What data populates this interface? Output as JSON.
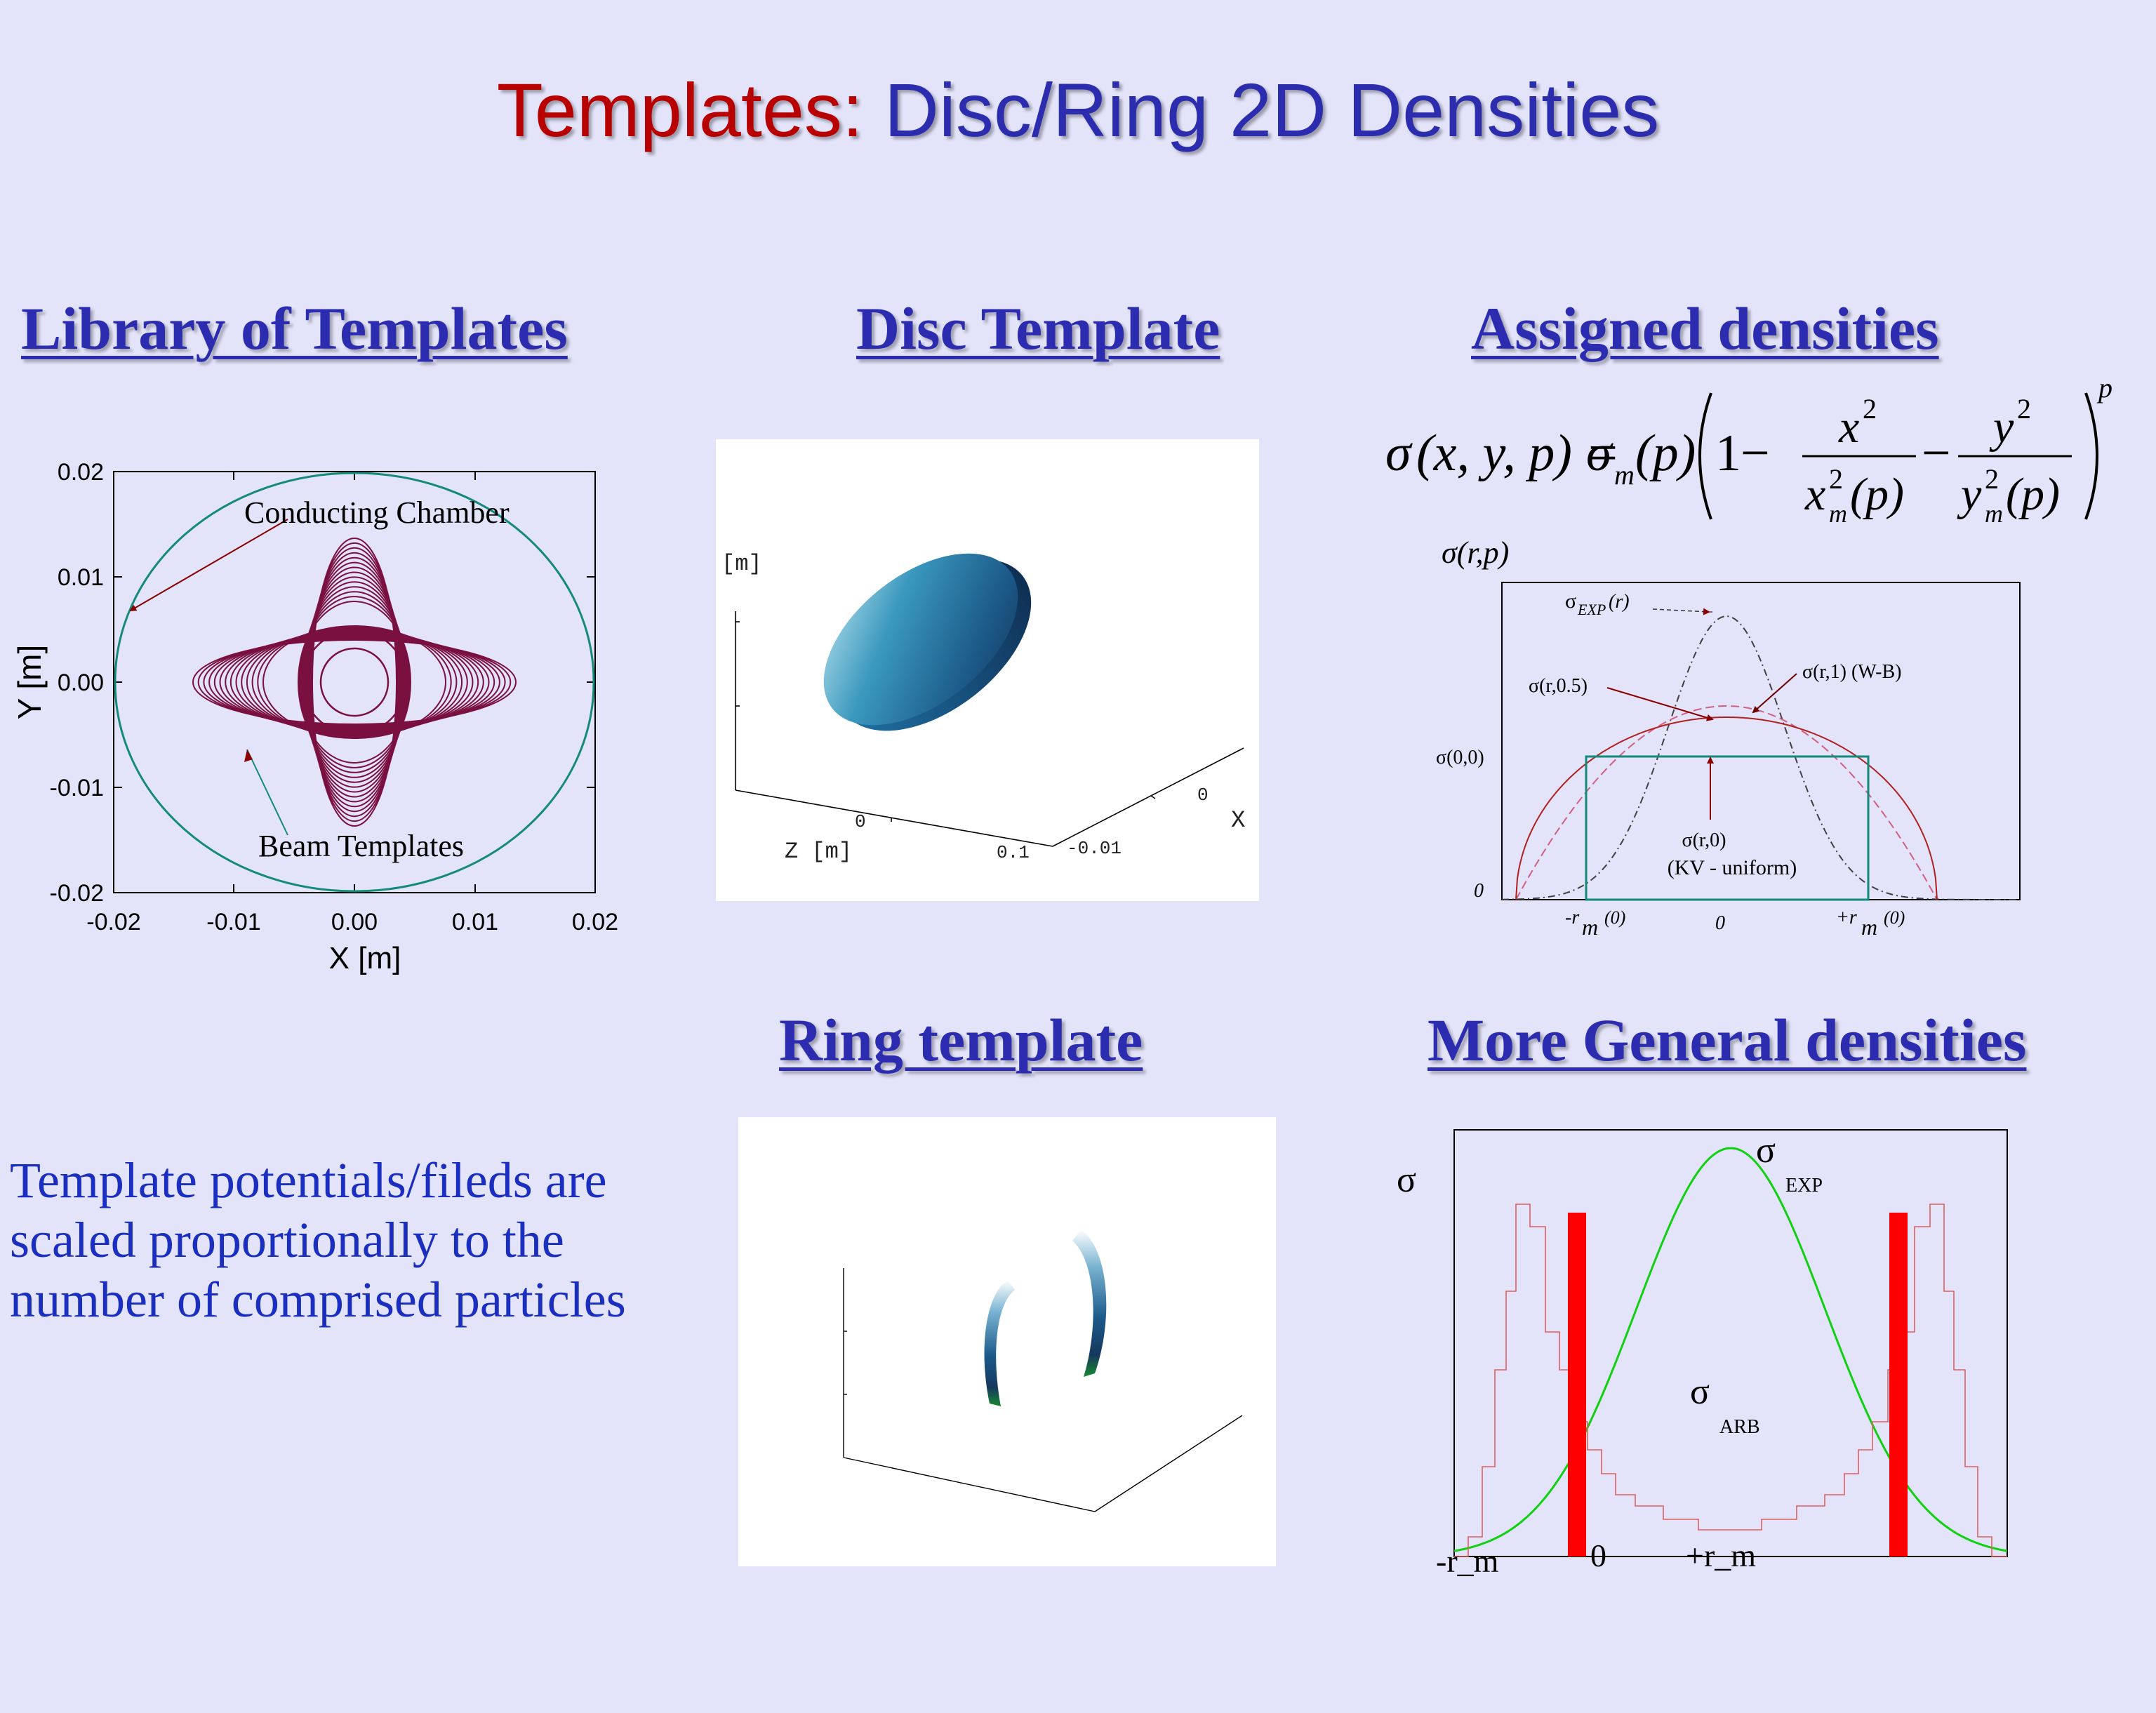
{
  "title": {
    "red": "Templates:",
    "blue": " Disc/Ring 2D Densities"
  },
  "headings": {
    "library": "Library of Templates",
    "disc": "Disc Template",
    "assigned": "Assigned densities",
    "ring": "Ring template",
    "general": "More  General densities"
  },
  "library_plot": {
    "ylabel": "Y [m]",
    "xlabel": "X [m]",
    "xticks": [
      "-0.02",
      "-0.01",
      "0.00",
      "0.01",
      "0.02"
    ],
    "yticks": [
      "0.02",
      "0.01",
      "0.00",
      "-0.01",
      "-0.02"
    ],
    "chamber_label": "Conducting Chamber",
    "beam_label": "Beam Templates",
    "curve_color": "#7a1040",
    "chamber_color": "#138a7a",
    "arrow_color": "#8a0000"
  },
  "disc_plot": {
    "axis_m": "[m]",
    "z_label": "Z  [m]",
    "x_label": "X",
    "tick_z0": "0",
    "tick_z1": "0.1",
    "tick_x0": "-0.01",
    "tick_x1": "0"
  },
  "formula": {
    "sigma": "σ",
    "args": "(x, y, p) = ",
    "sigma_m": "σ",
    "sub_m": "m",
    "p_arg": "(p)",
    "one": "1",
    "minus": "−",
    "x": "x",
    "y": "y",
    "two": "2",
    "exp": "p"
  },
  "profile": {
    "y_title": "σ(r,p)",
    "exp_label": "σ",
    "exp_sub": "EXP",
    "exp_arg": "(r)",
    "half_label": "σ(r,0.5)",
    "wb_label": "σ(r,1)  (W-B)",
    "s00_label": "σ(0,0)",
    "zero_label": "0",
    "kv_label1": "σ(r,0)",
    "kv_label2": "(KV - uniform)",
    "xmin_label": "-r",
    "xmax_label": "+r",
    "x_sub": "m",
    "x_sup": "(0)",
    "x_center": "0",
    "colors": {
      "exp": "#404040",
      "wb": "#d06080",
      "half": "#b02020",
      "kv": "#138a7a"
    }
  },
  "note": {
    "line1": "Template potentials/fileds are",
    "line2": "scaled proportionally to the",
    "line3": "number of comprised particles"
  },
  "general_plot": {
    "sigma": "σ",
    "exp_sub": "EXP",
    "arb_sub": "ARB",
    "x_left": "-r_m",
    "x_zero": "0",
    "x_right": "+r_m",
    "colors": {
      "exp": "#10d010",
      "arb": "#e06060",
      "bars": "#ff0000"
    }
  }
}
